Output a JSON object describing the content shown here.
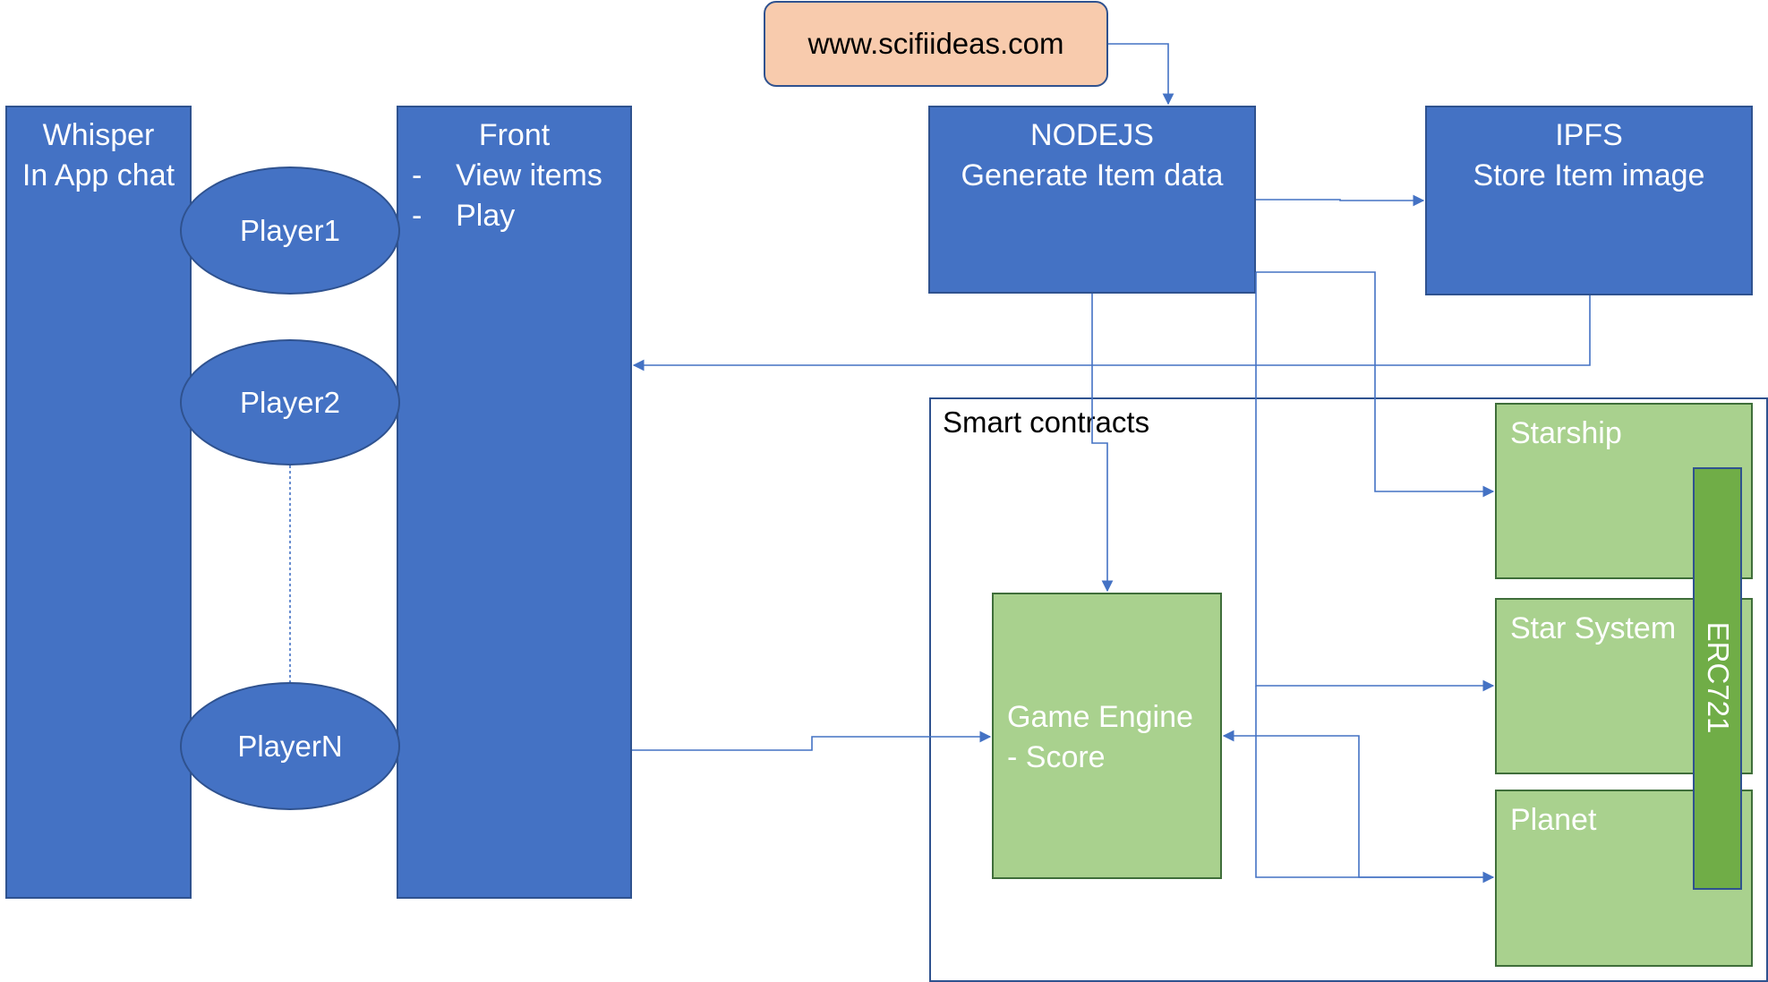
{
  "url_box": {
    "label": "www.scifiideas.com"
  },
  "whisper": {
    "line1": "Whisper",
    "line2": "In App chat"
  },
  "front": {
    "title": "Front",
    "items": [
      "-    View items",
      "-    Play"
    ]
  },
  "players": [
    "Player1",
    "Player2",
    "PlayerN"
  ],
  "nodejs": {
    "line1": "NODEJS",
    "line2": "Generate Item data"
  },
  "ipfs": {
    "line1": "IPFS",
    "line2": "Store Item image"
  },
  "smart_contracts": {
    "label": "Smart contracts",
    "game_engine": {
      "line1": "Game Engine",
      "line2": "- Score"
    },
    "starship": "Starship",
    "star_system": "Star System",
    "planet": "Planet",
    "erc": "ERC721"
  },
  "colors": {
    "box_blue": "#4472c4",
    "box_green": "#a9d18e",
    "erc_green": "#70ad47",
    "url_fill": "#f8cbad",
    "line": "#4472c4"
  }
}
